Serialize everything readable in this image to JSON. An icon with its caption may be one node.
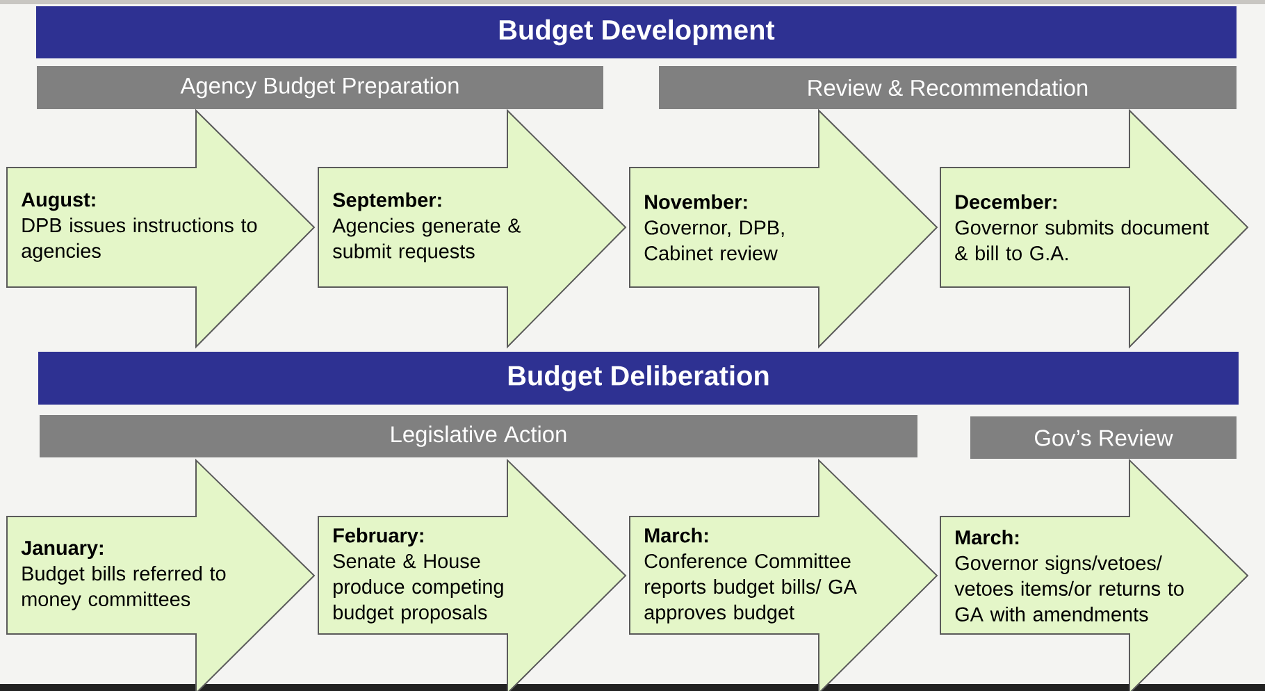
{
  "diagram": {
    "nodes": [
      {
        "text": [
          "Budget Development"
        ]
      },
      {
        "text": [
          "Agency Budget Preparation"
        ]
      },
      {
        "text": [
          "Review & Recommendation"
        ]
      },
      {
        "text": [
          "August:",
          "DPB issues instructions to agencies"
        ]
      },
      {
        "text": [
          "September:",
          "Agencies generate & submit requests"
        ]
      },
      {
        "text": [
          "November:",
          "Governor, DPB, Cabinet review"
        ]
      },
      {
        "text": [
          "December:",
          "Governor submits document & bill to G.A."
        ]
      },
      {
        "text": [
          "Budget Deliberation"
        ]
      },
      {
        "text": [
          "Legislative Action"
        ]
      },
      {
        "text": [
          "Gov’s Review"
        ]
      },
      {
        "text": [
          "January:",
          "Budget bills referred to money committees"
        ]
      },
      {
        "text": [
          "February:",
          "Senate & House produce competing budget proposals"
        ]
      },
      {
        "text": [
          "March:",
          "Conference Committee reports budget bills/ GA approves budget"
        ]
      },
      {
        "text": [
          "March:",
          "Governor signs/vetoes/ vetoes items/or returns to GA with amendments"
        ]
      }
    ]
  }
}
